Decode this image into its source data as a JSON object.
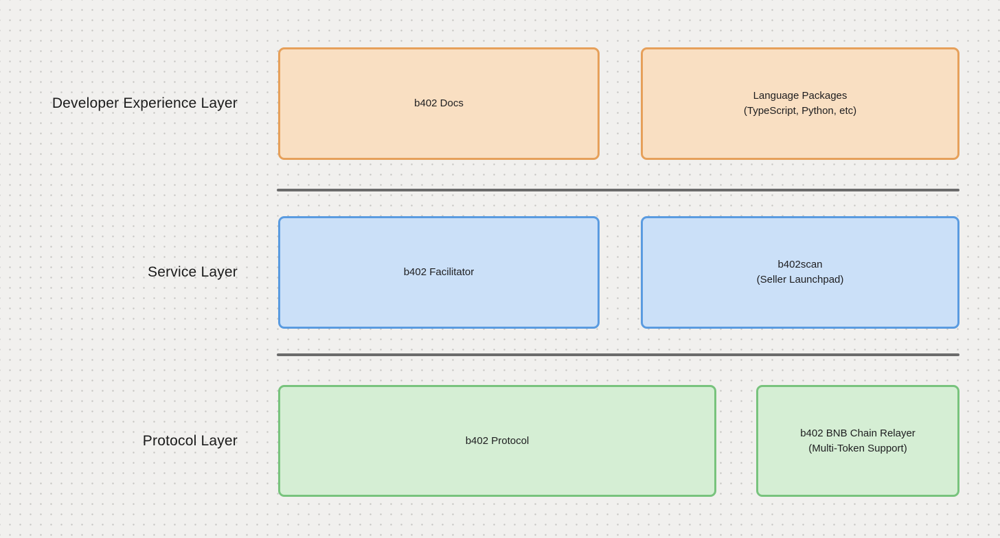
{
  "background": {
    "color": "#F1F0EE",
    "dot_color": "#C5C4C2"
  },
  "divider_color": "#6B6B6B",
  "text_color": "#1B1B1B",
  "diagram": {
    "layers": [
      {
        "label": "Developer Experience Layer",
        "theme": {
          "border": "#E6A05A",
          "fill": "#F9DFC2"
        },
        "boxes": [
          {
            "name": "b402-docs",
            "lines": [
              "b402 Docs"
            ]
          },
          {
            "name": "language-packages",
            "lines": [
              "Language Packages",
              "(TypeScript, Python, etc)"
            ]
          }
        ]
      },
      {
        "label": "Service Layer",
        "theme": {
          "border": "#5A9BE0",
          "fill": "#CBE0F8"
        },
        "boxes": [
          {
            "name": "b402-facilitator",
            "lines": [
              "b402 Facilitator"
            ]
          },
          {
            "name": "b402scan",
            "lines": [
              "b402scan",
              "(Seller Launchpad)"
            ]
          }
        ]
      },
      {
        "label": "Protocol Layer",
        "theme": {
          "border": "#78C37D",
          "fill": "#D5EED4"
        },
        "boxes": [
          {
            "name": "b402-protocol",
            "lines": [
              "b402 Protocol"
            ]
          },
          {
            "name": "b402-bnb-chain-relayer",
            "lines": [
              "b402 BNB Chain Relayer",
              "(Multi-Token Support)"
            ]
          }
        ]
      }
    ]
  }
}
